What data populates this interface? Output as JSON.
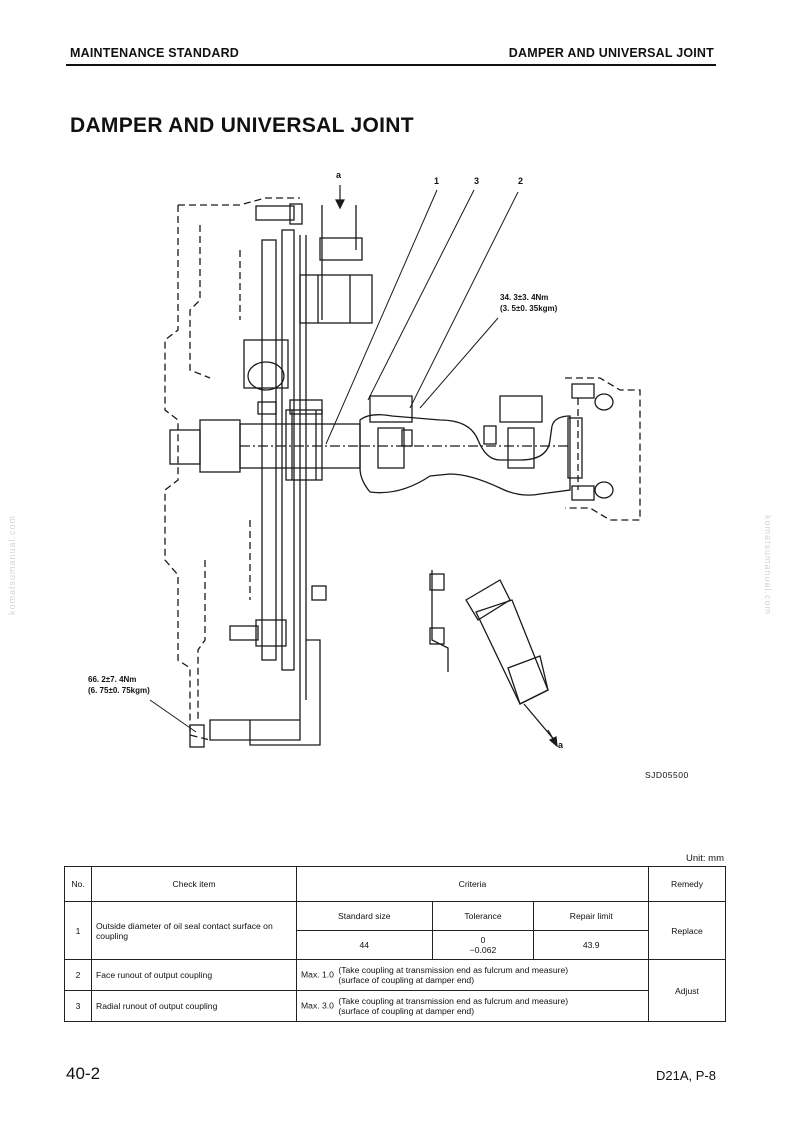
{
  "header": {
    "left": "MAINTENANCE STANDARD",
    "right": "DAMPER AND UNIVERSAL JOINT"
  },
  "title": "DAMPER AND UNIVERSAL JOINT",
  "figure": {
    "callouts": [
      "1",
      "3",
      "2"
    ],
    "arrow_label_top": "a",
    "arrow_label_bottom": "a",
    "torque_right_line1": "34. 3±3. 4Nm",
    "torque_right_line2": "(3. 5±0. 35kgm)",
    "torque_left_line1": "66. 2±7. 4Nm",
    "torque_left_line2": "(6. 75±0. 75kgm)",
    "drawing_number": "SJD05500"
  },
  "watermark": "komatsumanual.com",
  "table": {
    "unit": "Unit: mm",
    "headers": {
      "no": "No.",
      "check_item": "Check item",
      "criteria": "Criteria",
      "remedy": "Remedy"
    },
    "sub_headers": [
      "Standard size",
      "Tolerance",
      "Repair limit"
    ],
    "rows": [
      {
        "no": "1",
        "item": "Outside diameter of oil seal contact surface on coupling",
        "standard_size": "44",
        "tolerance_upper": "0",
        "tolerance_lower": "−0.062",
        "repair_limit": "43.9",
        "remedy": "Replace"
      },
      {
        "no": "2",
        "item": "Face runout of output coupling",
        "max": "Max. 1.0",
        "note_line1": "Take coupling at transmission end as fulcrum and measure",
        "note_line2": "surface of coupling at damper end"
      },
      {
        "no": "3",
        "item": "Radial runout of output coupling",
        "max": "Max. 3.0",
        "note_line1": "Take coupling at transmission end as fulcrum and measure",
        "note_line2": "surface of coupling at damper end"
      }
    ],
    "remedy_2_3": "Adjust"
  },
  "footer": {
    "page": "40-2",
    "model": "D21A, P-8"
  }
}
